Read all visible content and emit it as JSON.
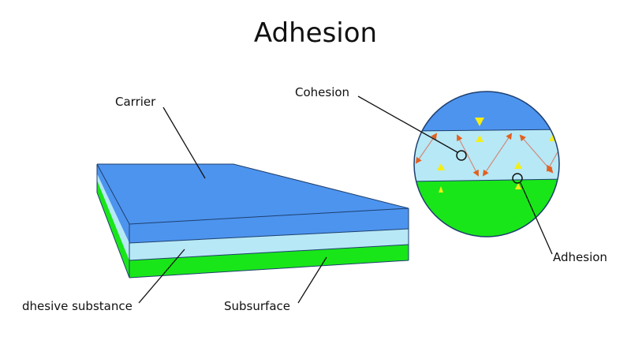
{
  "title": "Adhesion",
  "labels": {
    "carrier": "Carrier",
    "adhesive": "dhesive substance",
    "subsurface": "Subsurface",
    "cohesion": "Cohesion",
    "adhesion": "Adhesion"
  },
  "colors": {
    "carrier": "#4d94ef",
    "carrier_side": "#3d7fd8",
    "adhesive": "#b7e8f6",
    "subsurface": "#19e619",
    "arrow_cohesion": "#e2601f",
    "arrow_adhesion": "#f4ee16",
    "leader": "#111111"
  },
  "icons": [
    "double-arrow-icon",
    "force-arrow-icon"
  ]
}
